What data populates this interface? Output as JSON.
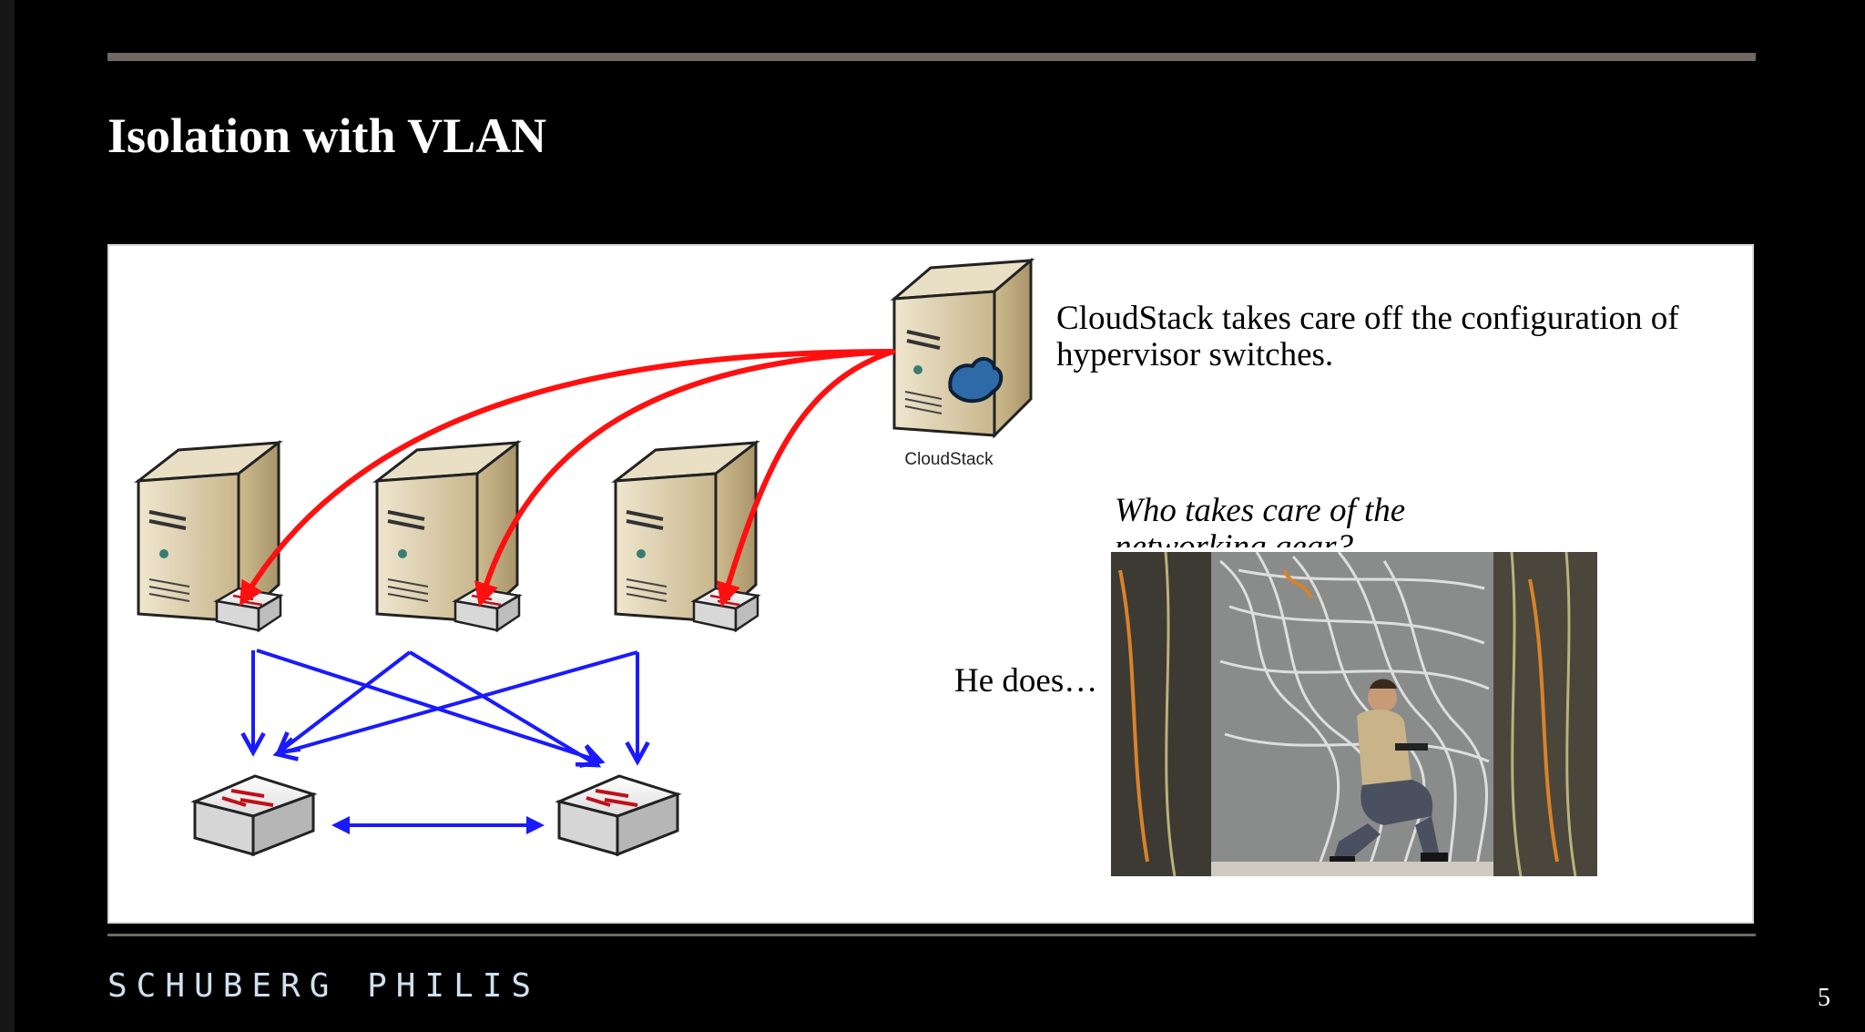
{
  "slide": {
    "title": "Isolation with VLAN",
    "page_number": "5"
  },
  "diagram": {
    "cloudstack_label": "CloudStack",
    "cloudstack_text": "CloudStack takes care off the configuration of hypervisor switches.",
    "question": "Who takes care of the networking gear?",
    "answer": "He does…",
    "icons": {
      "management_server": "cloudstack-server-icon",
      "hypervisor": "hypervisor-server-icon",
      "virtual_switch": "virtual-switch-icon",
      "physical_switch": "network-switch-icon"
    },
    "colors": {
      "control_arrows": "#ff1010",
      "network_links": "#1a1aff"
    }
  },
  "footer": {
    "brand": "SCHUBERG PHILIS"
  }
}
